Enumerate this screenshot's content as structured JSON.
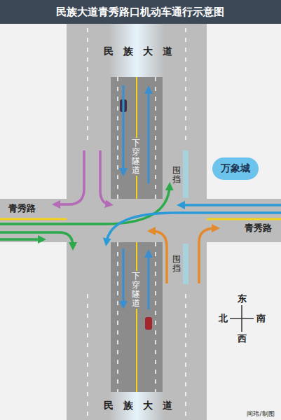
{
  "diagram": {
    "title": "民族大道青秀路口机动车通行示意图",
    "nodes": [
      {
        "text": [
          "万象城"
        ]
      }
    ],
    "labels": [
      "民族大道",
      "下穿隧道",
      "围挡",
      "青秀路",
      "青秀路",
      "下穿隧道",
      "围挡",
      "东",
      "北",
      "南",
      "西",
      "民族大道",
      "间玮/制图"
    ]
  }
}
